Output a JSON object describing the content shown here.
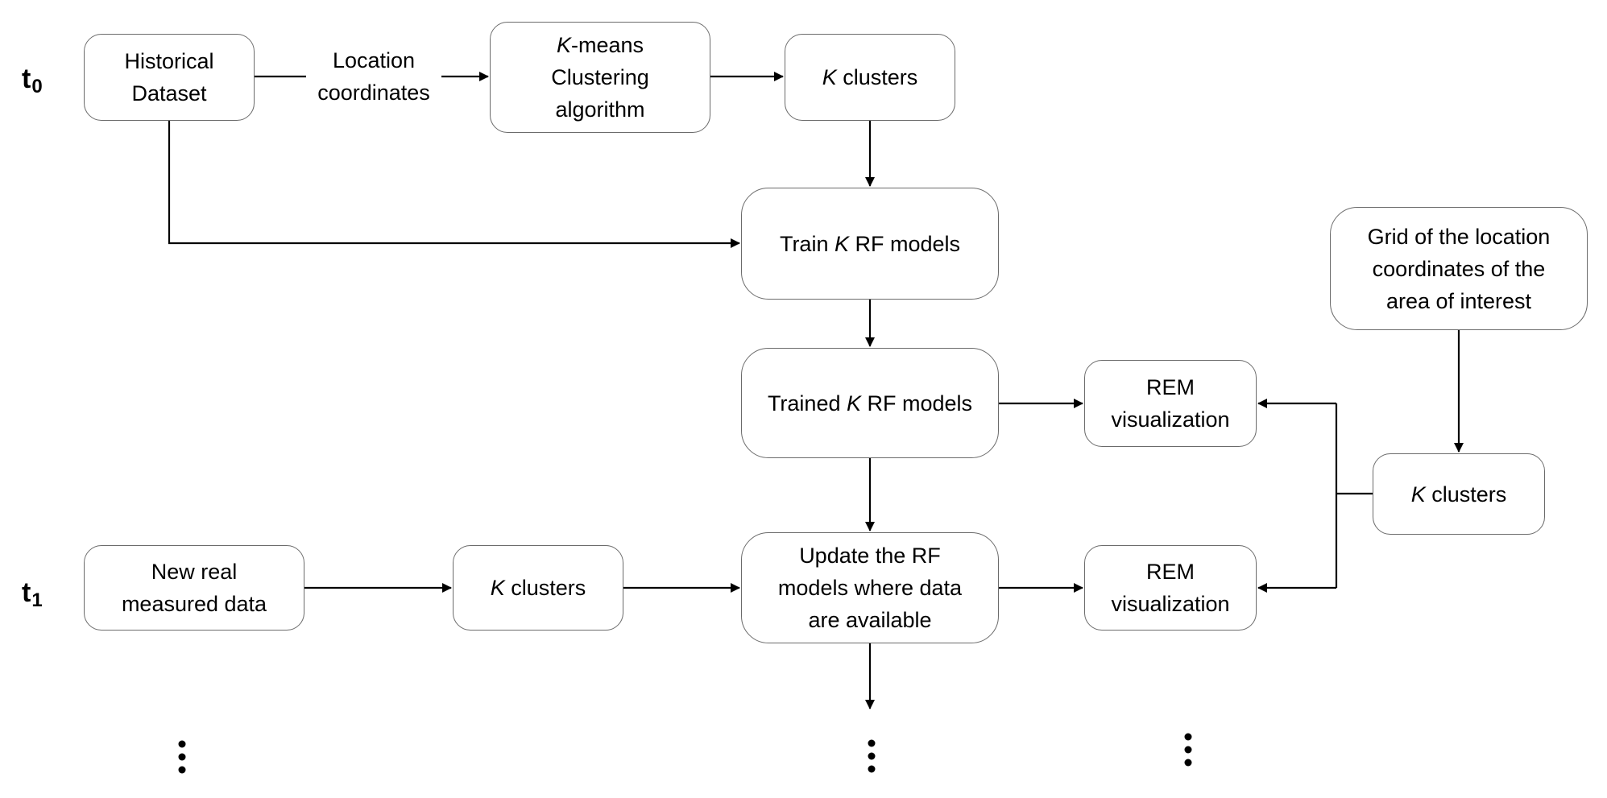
{
  "time_labels": {
    "t0": {
      "base": "t",
      "sub": "0"
    },
    "t1": {
      "base": "t",
      "sub": "1"
    }
  },
  "edge_label": {
    "line1": "Location",
    "line2": "coordinates"
  },
  "nodes": {
    "historical_dataset": {
      "line1": "Historical",
      "line2": "Dataset"
    },
    "kmeans": {
      "italic": "K",
      "line1_rest": "-means",
      "line2": "Clustering",
      "line3": "algorithm"
    },
    "k_clusters_top": {
      "italic": "K",
      "rest": " clusters"
    },
    "train_rf": {
      "pre": "Train ",
      "italic": "K",
      "post": " RF models"
    },
    "trained_rf": {
      "pre": "Trained ",
      "italic": "K",
      "post": " RF models"
    },
    "rem_vis_1": {
      "line1": "REM",
      "line2": "visualization"
    },
    "grid_location": {
      "line1": "Grid of the location",
      "line2": "coordinates of the",
      "line3": "area of interest"
    },
    "k_clusters_right": {
      "italic": "K",
      "rest": " clusters"
    },
    "new_data": {
      "line1": "New real",
      "line2": "measured data"
    },
    "k_clusters_bottom": {
      "italic": "K",
      "rest": " clusters"
    },
    "update_rf": {
      "line1": "Update the RF",
      "line2": "models where data",
      "line3": "are available"
    },
    "rem_vis_2": {
      "line1": "REM",
      "line2": "visualization"
    }
  },
  "ellipsis": "⋮"
}
